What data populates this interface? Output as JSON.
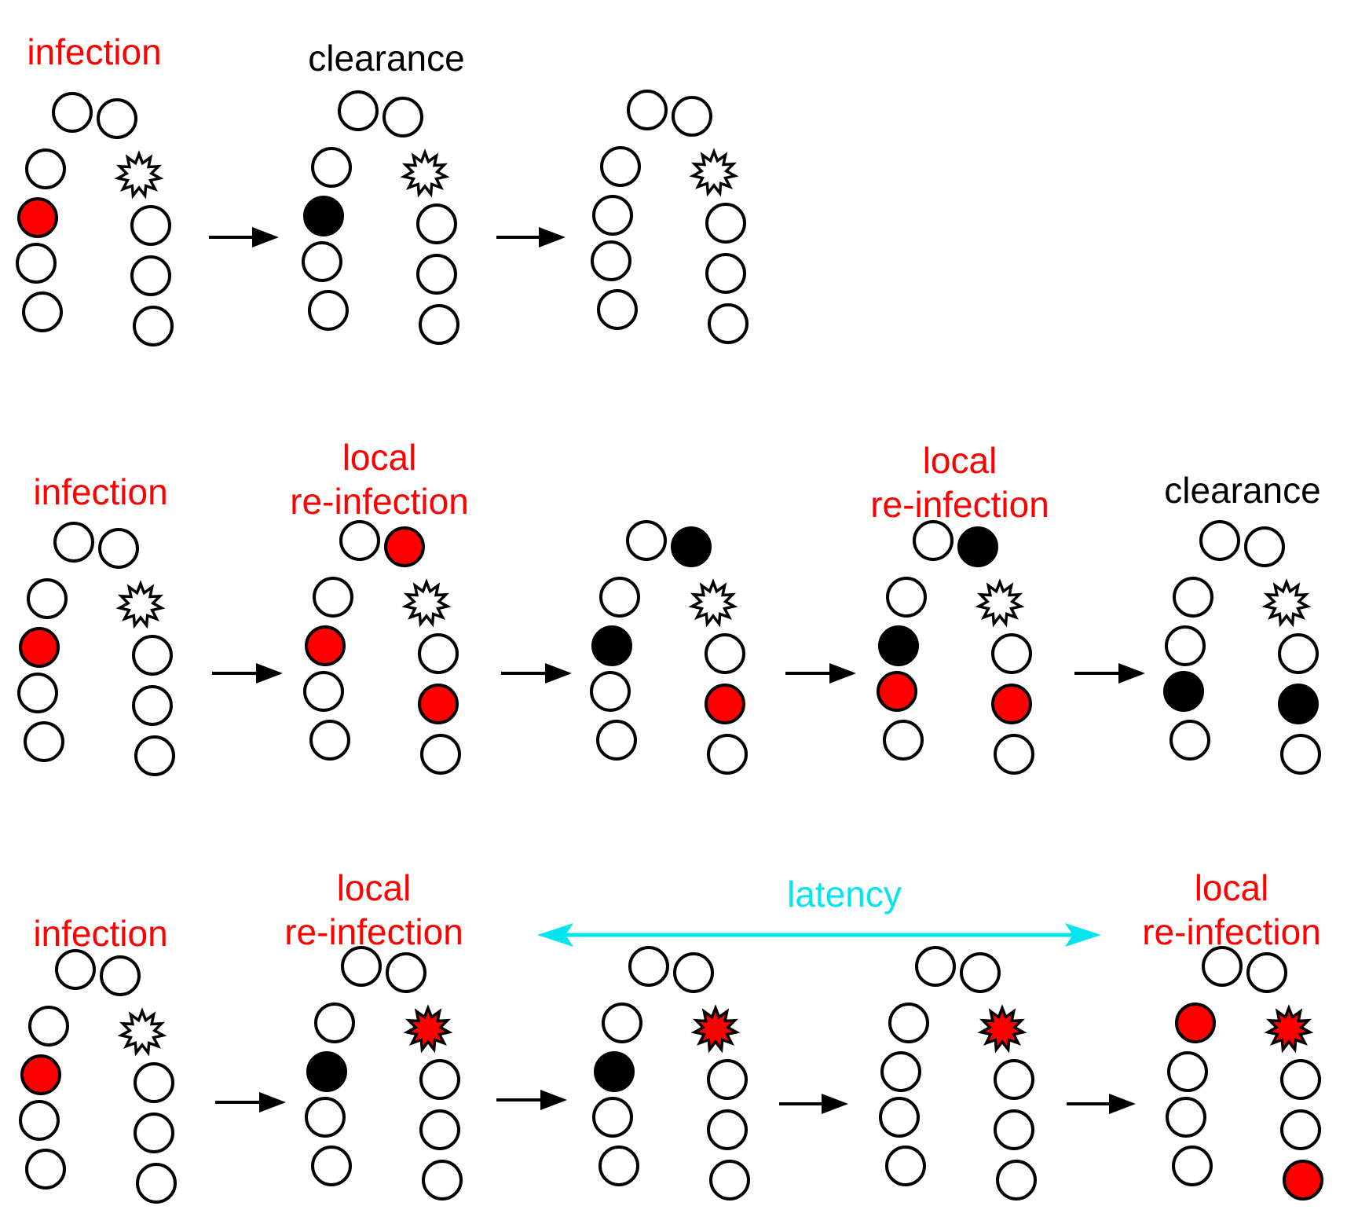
{
  "colors": {
    "infected": "#ff0000",
    "cleared": "#000000",
    "healthy": "#ffffff",
    "outline": "#000000",
    "latency": "#00e5ee",
    "label_red": "#ff0000",
    "label_black": "#000000"
  },
  "labels": {
    "r1_infection": "infection",
    "r1_clearance": "clearance",
    "r2_infection": "infection",
    "r2_reinf1_local": "local",
    "r2_reinf1_reinfection": "re-infection",
    "r2_reinf2_local": "local",
    "r2_reinf2_reinfection": "re-infection",
    "r2_clearance": "clearance",
    "r3_infection": "infection",
    "r3_reinf1_local": "local",
    "r3_reinf1_reinfection": "re-infection",
    "r3_latency": "latency",
    "r3_reinf2_local": "local",
    "r3_reinf2_reinfection": "re-infection"
  },
  "legend_note": "",
  "rows": [
    {
      "panels": [
        {
          "cells": {
            "L3": "infected"
          },
          "star": "healthy"
        },
        {
          "cells": {
            "L3": "cleared"
          },
          "star": "healthy"
        },
        {
          "cells": {},
          "star": "healthy"
        }
      ]
    },
    {
      "panels": [
        {
          "cells": {
            "L3": "infected"
          },
          "star": "healthy"
        },
        {
          "cells": {
            "L3": "infected",
            "T2": "infected",
            "R4": "infected"
          },
          "star": "healthy"
        },
        {
          "cells": {
            "L3": "cleared",
            "T2": "cleared",
            "R4": "infected"
          },
          "star": "healthy"
        },
        {
          "cells": {
            "L3": "cleared",
            "T2": "cleared",
            "L4": "infected",
            "R4": "infected"
          },
          "star": "healthy"
        },
        {
          "cells": {
            "L4": "cleared",
            "R4": "cleared"
          },
          "star": "healthy"
        }
      ]
    },
    {
      "panels": [
        {
          "cells": {
            "L3": "infected"
          },
          "star": "healthy"
        },
        {
          "cells": {
            "L3": "cleared"
          },
          "star": "infected"
        },
        {
          "cells": {
            "L3": "cleared"
          },
          "star": "infected"
        },
        {
          "cells": {},
          "star": "infected"
        },
        {
          "cells": {
            "L2": "infected",
            "R5": "infected"
          },
          "star": "infected"
        }
      ]
    }
  ]
}
